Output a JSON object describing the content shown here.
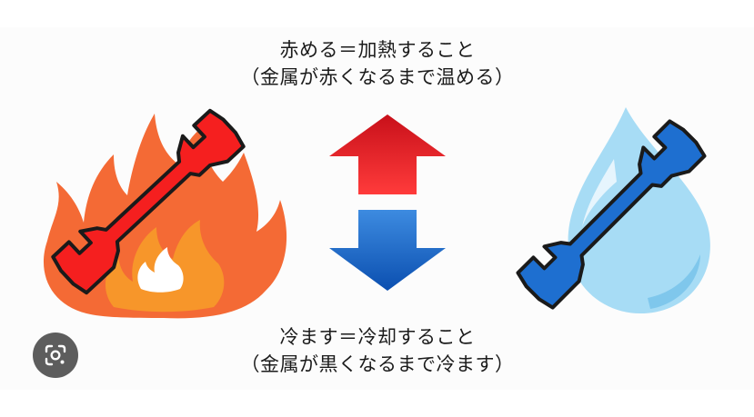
{
  "heating": {
    "title": "赤める＝加熱すること",
    "subtitle": "（金属が赤くなるまで温める）"
  },
  "cooling": {
    "title": "冷ます＝冷却すること",
    "subtitle": "（金属が黒くなるまで冷ます）"
  },
  "icons": {
    "left": [
      "fire-icon",
      "red-wrench-icon"
    ],
    "center": [
      "arrow-up-icon",
      "arrow-down-icon"
    ],
    "right": [
      "water-drop-icon",
      "blue-wrench-icon"
    ],
    "overlay": "lens-search-icon"
  },
  "colors": {
    "fire_outer": "#f46a35",
    "fire_inner": "#f79a2a",
    "wrench_red": "#f51f1f",
    "arrow_up": "#e0141c",
    "arrow_down": "#1565c8",
    "drop": "#a7dcf5",
    "wrench_blue": "#1e6fd0"
  }
}
